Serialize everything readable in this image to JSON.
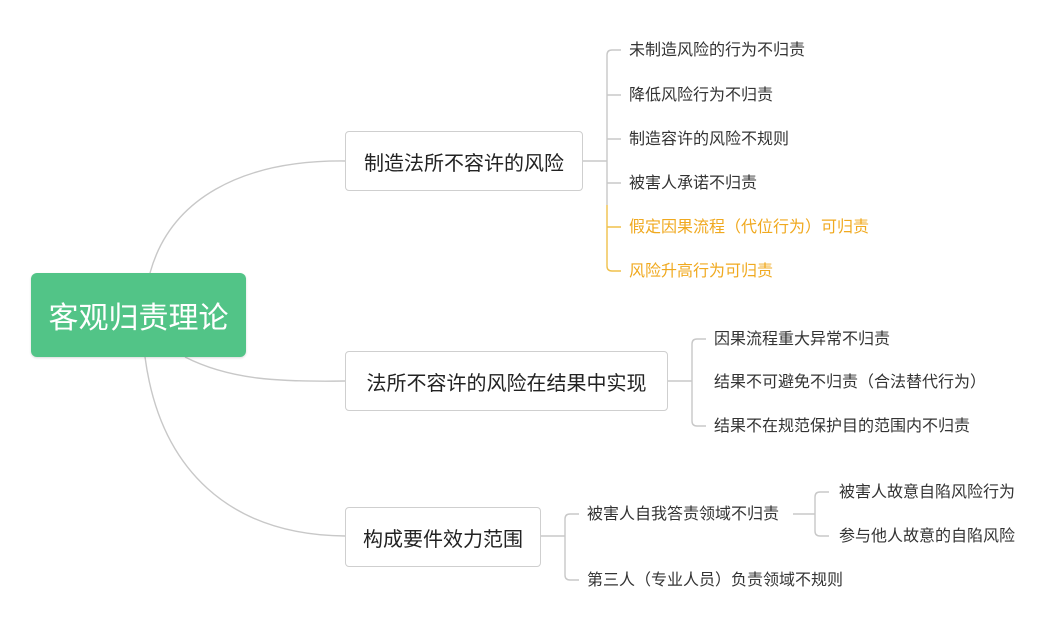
{
  "root": {
    "label": "客观归责理论"
  },
  "colors": {
    "root_fill": "#52c487",
    "highlight_text": "#f0a91f",
    "line": "#c8c8c8",
    "highlight_line": "#f0c04a"
  },
  "branches": [
    {
      "label": "制造法所不容许的风险",
      "children": [
        {
          "label": "未制造风险的行为不归责",
          "highlight": false
        },
        {
          "label": "降低风险行为不归责",
          "highlight": false
        },
        {
          "label": "制造容许的风险不规则",
          "highlight": false
        },
        {
          "label": "被害人承诺不归责",
          "highlight": false
        },
        {
          "label": "假定因果流程（代位行为）可归责",
          "highlight": true
        },
        {
          "label": "风险升高行为可归责",
          "highlight": true
        }
      ]
    },
    {
      "label": "法所不容许的风险在结果中实现",
      "children": [
        {
          "label": "因果流程重大异常不归责"
        },
        {
          "label": "结果不可避免不归责（合法替代行为）"
        },
        {
          "label": "结果不在规范保护目的范围内不归责"
        }
      ]
    },
    {
      "label": "构成要件效力范围",
      "children": [
        {
          "label": "被害人自我答责领域不归责",
          "children": [
            {
              "label": "被害人故意自陷风险行为"
            },
            {
              "label": "参与他人故意的自陷风险"
            }
          ]
        },
        {
          "label": "第三人（专业人员）负责领域不规则"
        }
      ]
    }
  ]
}
